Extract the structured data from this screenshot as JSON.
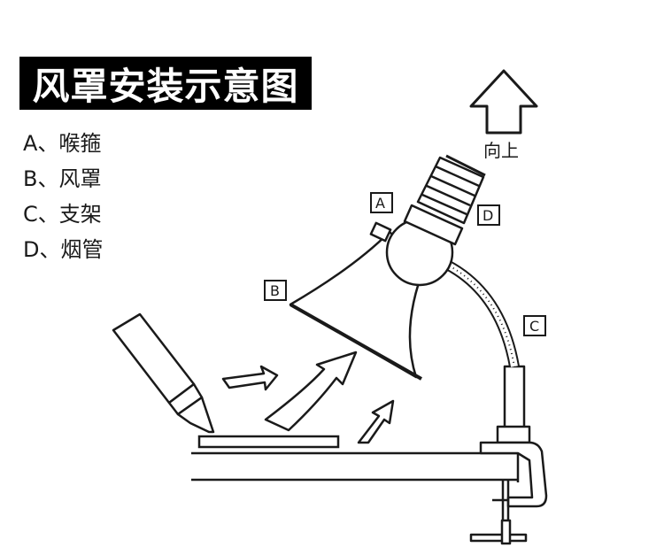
{
  "title": "风罩安装示意图",
  "legend": {
    "items": [
      {
        "label": "A、喉箍"
      },
      {
        "label": "B、风罩"
      },
      {
        "label": "C、支架"
      },
      {
        "label": "D、烟管"
      }
    ]
  },
  "callouts": {
    "a": "A",
    "b": "B",
    "c": "C",
    "d": "D",
    "up": "向上"
  }
}
